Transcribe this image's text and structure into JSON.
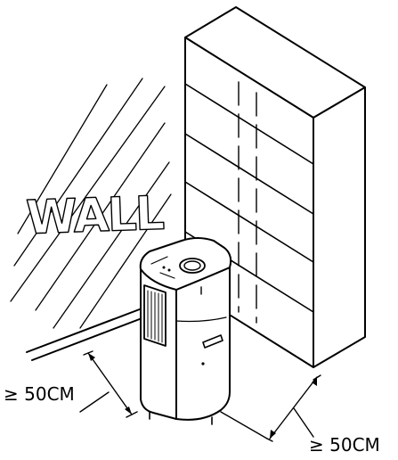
{
  "wall_label": "WALL",
  "clearance_left": "≥ 50CM",
  "clearance_right": "≥ 50CM"
}
